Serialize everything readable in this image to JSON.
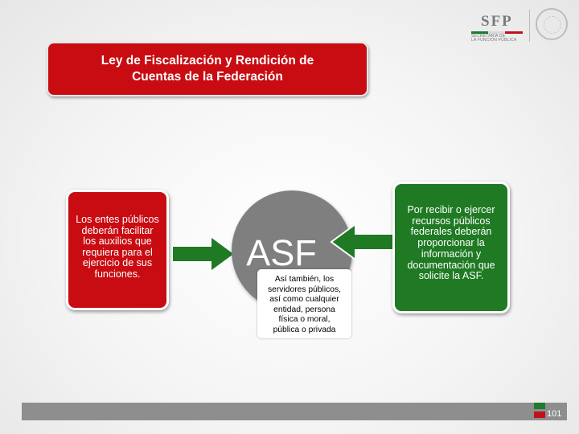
{
  "header": {
    "logo_text": "SFP",
    "logo_subtitle": "SECRETARÍA DE\nLA FUNCIÓN PÚBLICA"
  },
  "title": "Ley de Fiscalización y Rendición de\nCuentas de la Federación",
  "center": {
    "label": "ASF",
    "note": "Así también, los\nservidores públicos,\nasí como cualquier\nentidad, persona\nfísica o moral,\npública o privada"
  },
  "left_box": {
    "text": "Los entes públicos\ndeberán facilitar\nlos auxilios que\nrequiera para el\nejercicio de sus\nfunciones."
  },
  "right_box": {
    "text": "Por recibir o ejercer\nrecursos públicos\nfederales deberán\nproporcionar la\ninformación y\ndocumentación que\nsolicite la ASF."
  },
  "footer": {
    "page_number": "101"
  },
  "colors": {
    "red": "#c90b12",
    "green": "#1f7a23",
    "circle_gray": "#7f7f7f",
    "footer_gray": "#8e8e8e"
  }
}
